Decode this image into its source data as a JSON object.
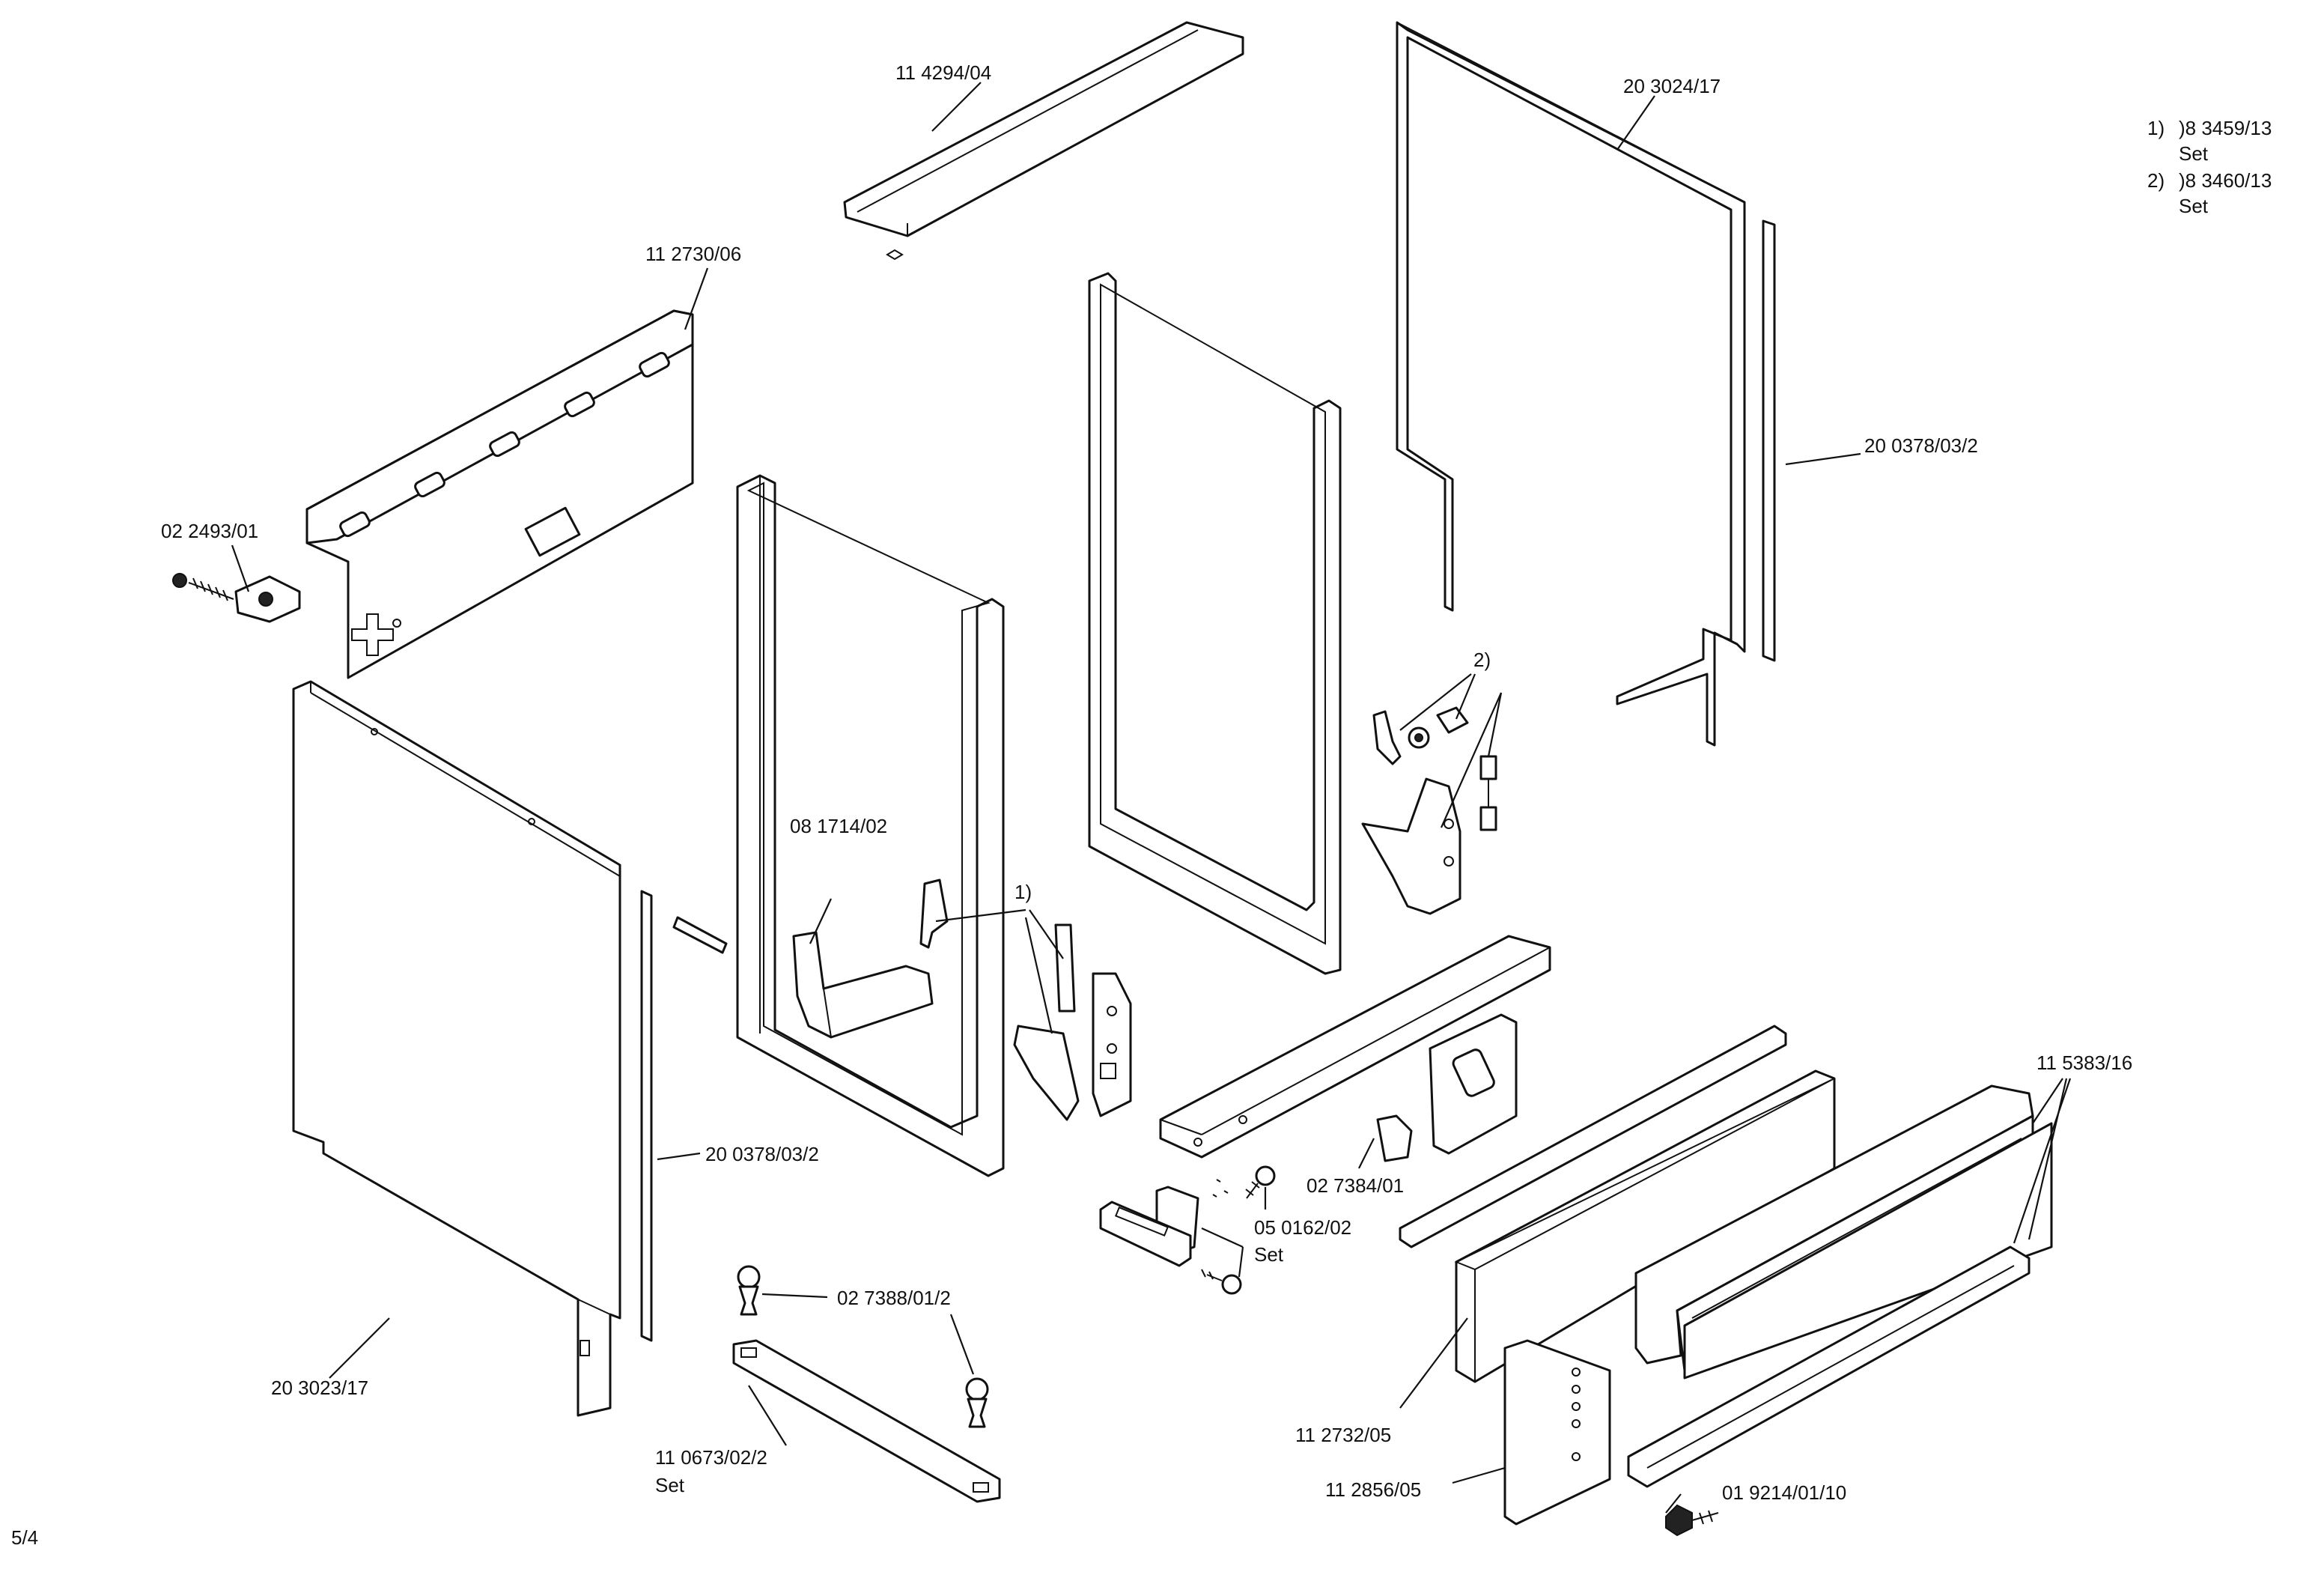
{
  "labels": {
    "p114294": "11 4294/04",
    "p203024": "20 3024/17",
    "p112730": "11 2730/06",
    "p200378_right": "20 0378/03/2",
    "p022493": "02 2493/01",
    "p081714": "08 1714/02",
    "p200378_left": "20 0378/03/2",
    "p203023": "20 3023/17",
    "p027388": "02 7388/01/2",
    "p110673": "11 0673/02/2",
    "p110673_set": "Set",
    "p027384": "02 7384/01",
    "p050162": "05 0162/02",
    "p050162_set": "Set",
    "p115383": "11 5383/16",
    "p112732": "11 2732/05",
    "p112856": "11 2856/05",
    "p019214": "01 9214/01/10",
    "callout1": "1)",
    "callout2": "2)",
    "page": "5/4"
  },
  "legend": [
    {
      "key": "1)",
      "code": ")8 3459/13",
      "note": "Set"
    },
    {
      "key": "2)",
      "code": ")8 3460/13",
      "note": "Set"
    }
  ]
}
